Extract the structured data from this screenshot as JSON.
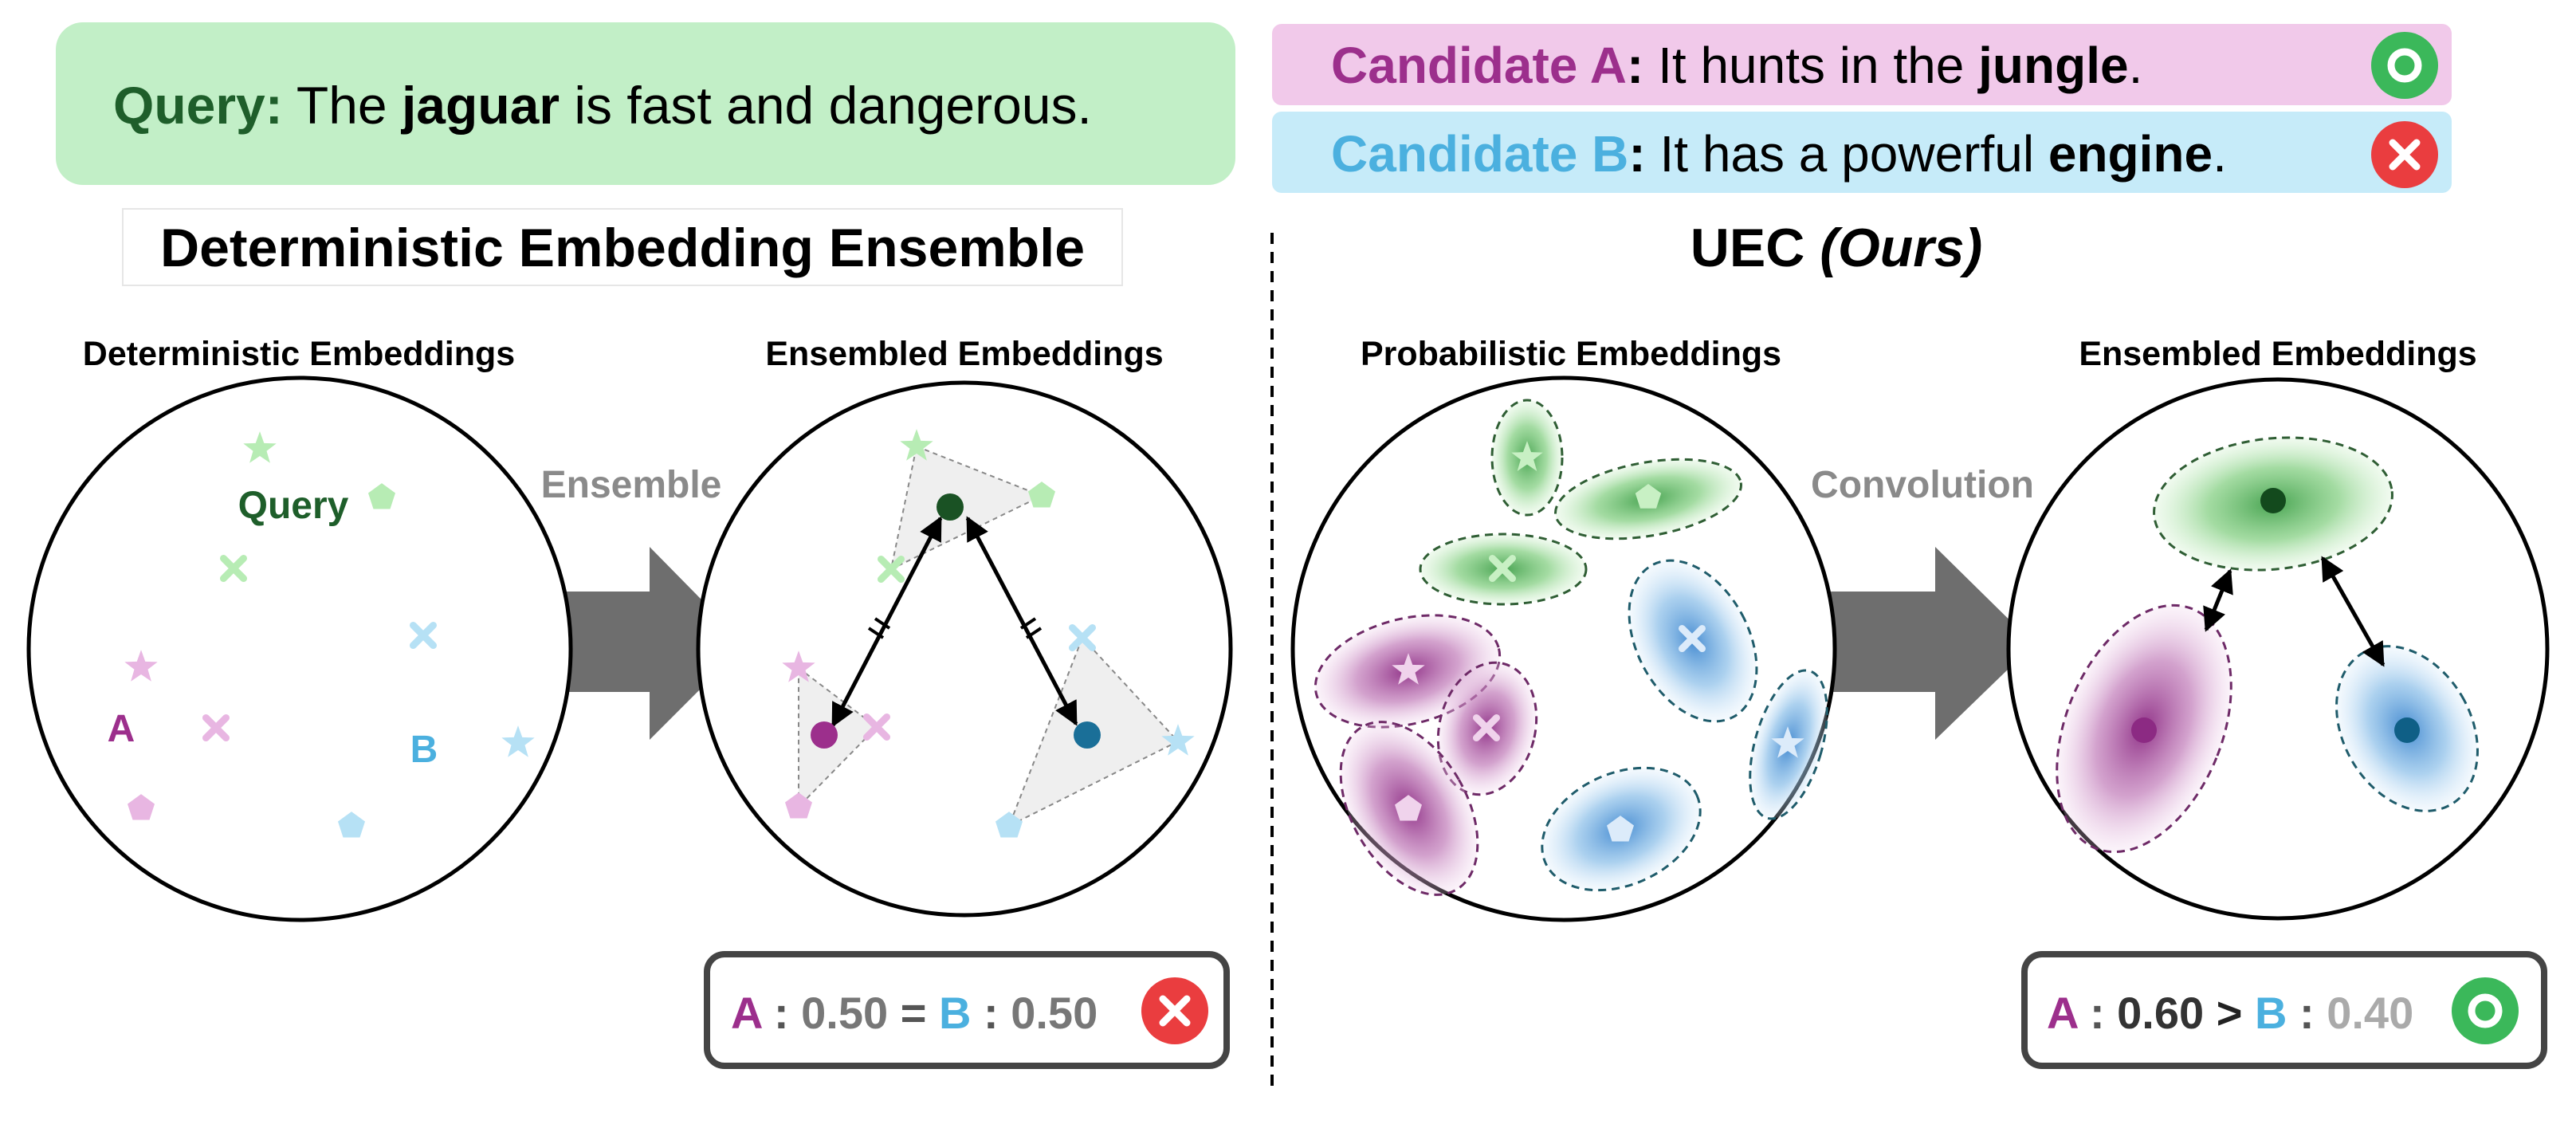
{
  "colors": {
    "query_green": "#1e5e2a",
    "query_light": "#a8e6a3",
    "a_purple": "#9c2f8c",
    "a_light": "#ecc1e6",
    "b_blue": "#4bb0df",
    "b_dark": "#1a6f98",
    "b_light": "#bde7f8",
    "arrow_gray": "#6b6b6b",
    "check_green": "#3bb85a",
    "cross_red": "#ea3d3f"
  },
  "header": {
    "query": {
      "label": "Query:",
      "text_before": "The",
      "keyword": "jaguar",
      "text_after": "is fast and dangerous."
    },
    "candidate_a": {
      "label": "Candidate A",
      "colon": ":",
      "text_before": "It hunts in the",
      "keyword": "jungle",
      "text_after": ".",
      "status_icon": "check-circle-icon"
    },
    "candidate_b": {
      "label": "Candidate B",
      "colon": ":",
      "text_before": "It has a powerful",
      "keyword": "engine",
      "text_after": ".",
      "status_icon": "cross-circle-icon"
    }
  },
  "left_panel": {
    "title": "Deterministic Embedding Ensemble",
    "input_label": "Deterministic Embeddings",
    "output_label": "Ensembled Embeddings",
    "arrow_label": "Ensemble",
    "point_labels": {
      "query": "Query",
      "a": "A",
      "b": "B"
    },
    "result": {
      "a": "A",
      "sep1": ":",
      "a_score": "0.50",
      "op": "=",
      "b": "B",
      "sep2": ":",
      "b_score": "0.50",
      "status_icon": "cross-circle-icon"
    }
  },
  "right_panel": {
    "title_main": "UEC",
    "title_italic": "(Ours)",
    "input_label": "Probabilistic Embeddings",
    "output_label": "Ensembled Embeddings",
    "arrow_label": "Convolution",
    "result": {
      "a": "A",
      "sep1": ":",
      "a_score": "0.60",
      "op": ">",
      "b": "B",
      "sep2": ":",
      "b_score": "0.40",
      "status_icon": "check-circle-icon"
    }
  }
}
